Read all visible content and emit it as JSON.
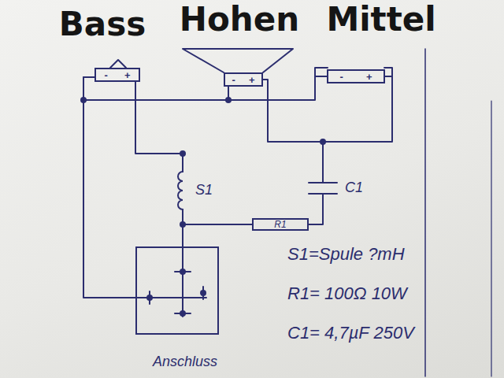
{
  "diagram": {
    "nodes": [
      {
        "text": [
          "Bass",
          "-",
          "+"
        ]
      },
      {
        "text": [
          "Hohen",
          "-",
          "+"
        ]
      },
      {
        "text": [
          "Mittel",
          "-",
          "+"
        ]
      },
      {
        "text": [
          "S1"
        ]
      },
      {
        "text": [
          "C1"
        ]
      },
      {
        "text": [
          "R1"
        ]
      },
      {
        "text": [
          "Anschluss"
        ]
      }
    ],
    "edges": [
      {
        "from": 0,
        "to": 1,
        "arrow": "none"
      },
      {
        "from": 1,
        "to": 2,
        "arrow": "none"
      },
      {
        "from": 0,
        "to": 6,
        "arrow": "none"
      },
      {
        "from": 0,
        "to": 3,
        "arrow": "none"
      },
      {
        "from": 3,
        "to": 6,
        "arrow": "none"
      },
      {
        "from": 1,
        "to": 4,
        "arrow": "none"
      },
      {
        "from": 2,
        "to": 4,
        "arrow": "none"
      },
      {
        "from": 4,
        "to": 5,
        "arrow": "none"
      },
      {
        "from": 5,
        "to": 3,
        "arrow": "none"
      }
    ],
    "labels": [
      "S1=Spule ?mH",
      "R1= 100Ω 10W",
      "C1= 4,7µF 250V"
    ]
  }
}
